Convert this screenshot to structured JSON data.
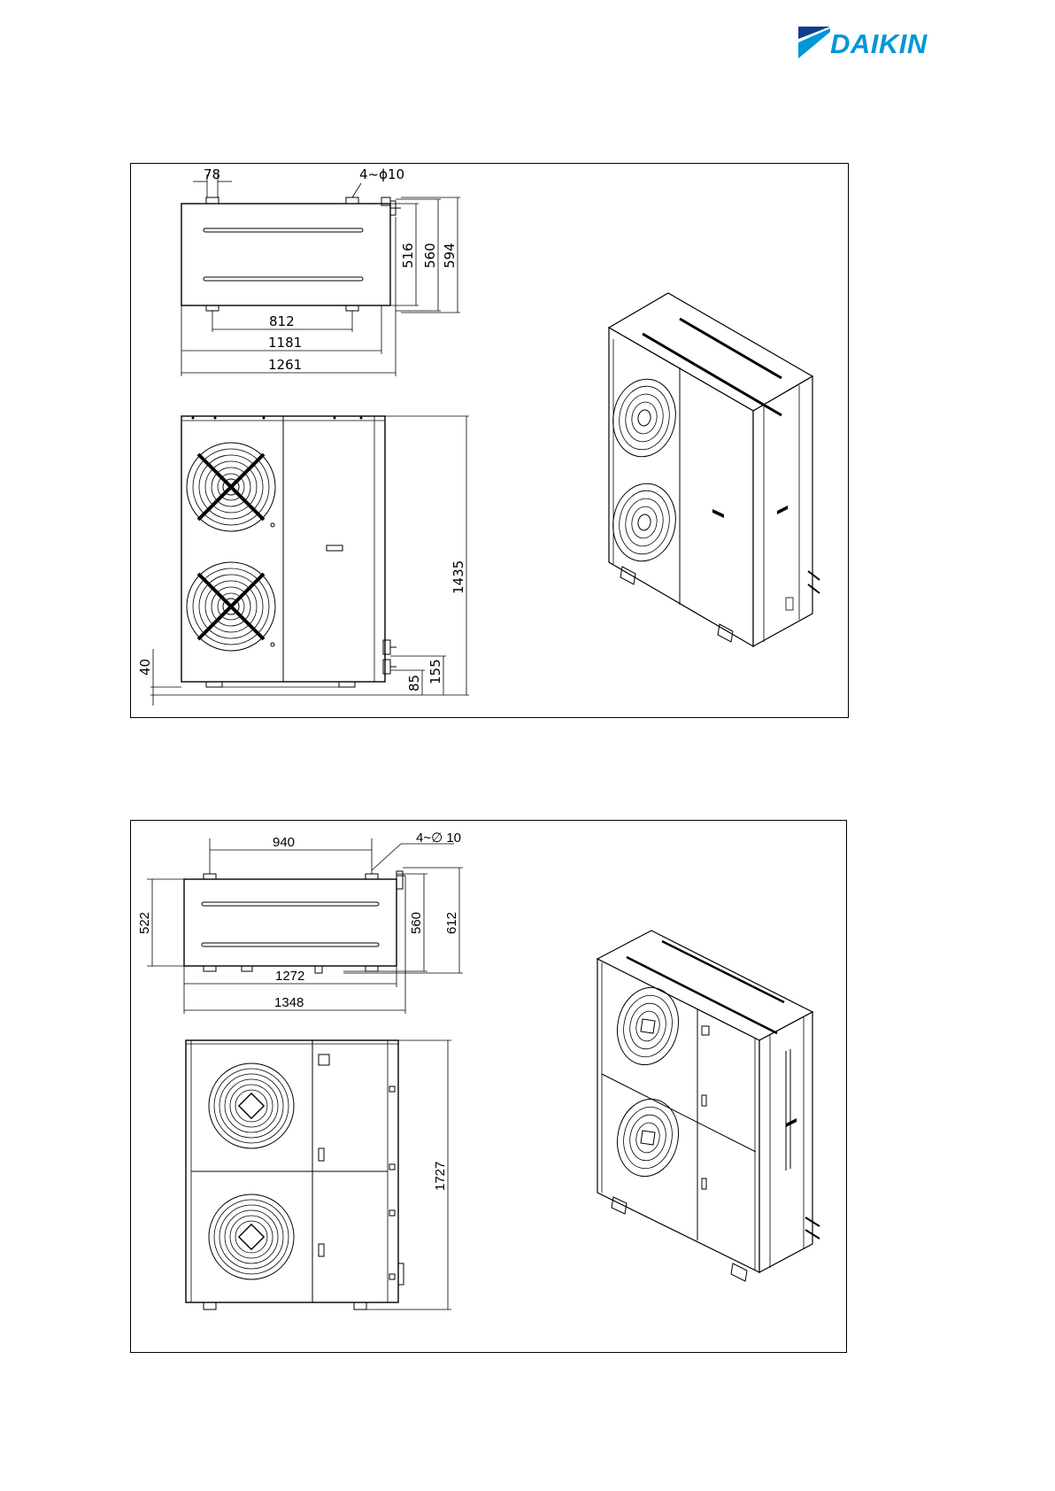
{
  "brand": {
    "name": "DAIKIN",
    "color": "#0097d7"
  },
  "drawing_1": {
    "top_view": {
      "hole_note": "4~ϕ10",
      "dim_78": "78",
      "dim_516": "516",
      "dim_560": "560",
      "dim_594": "594",
      "dim_812": "812",
      "dim_1181": "1181",
      "dim_1261": "1261"
    },
    "front_view": {
      "dim_1435": "1435",
      "dim_40": "40",
      "dim_85": "85",
      "dim_155": "155"
    }
  },
  "drawing_2": {
    "top_view": {
      "hole_note": "4~∅ 10",
      "dim_940": "940",
      "dim_522": "522",
      "dim_560": "560",
      "dim_612": "612",
      "dim_1272": "1272",
      "dim_1348": "1348"
    },
    "front_view": {
      "dim_1727": "1727"
    }
  }
}
